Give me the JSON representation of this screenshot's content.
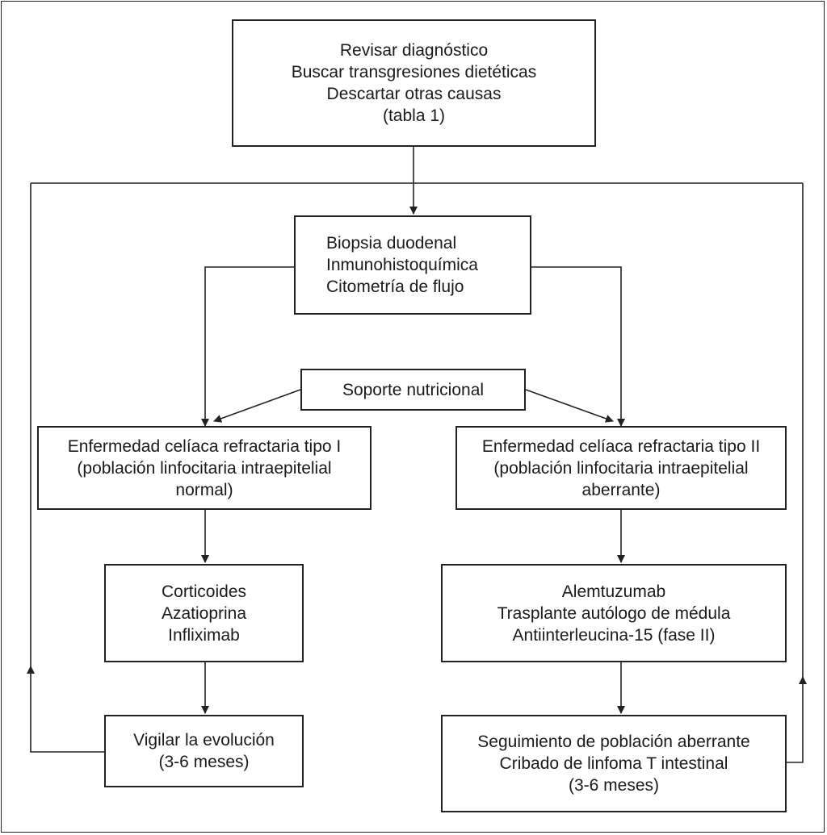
{
  "nodes": {
    "review": {
      "lines": [
        "Revisar diagnóstico",
        "Buscar transgresiones dietéticas",
        "Descartar otras causas",
        "(tabla 1)"
      ]
    },
    "biopsy": {
      "lines": [
        "Biopsia duodenal",
        "Inmunohistoquímica",
        "Citometría de flujo"
      ]
    },
    "nutrition": {
      "lines": [
        "Soporte nutricional"
      ]
    },
    "type1": {
      "lines": [
        "Enfermedad celíaca refractaria tipo I",
        "(población linfocitaria intraepitelial",
        "normal)"
      ]
    },
    "type2": {
      "lines": [
        "Enfermedad celíaca refractaria tipo II",
        "(población linfocitaria intraepitelial",
        "aberrante)"
      ]
    },
    "treat1": {
      "lines": [
        "Corticoides",
        "Azatioprina",
        "Infliximab"
      ]
    },
    "treat2": {
      "lines": [
        "Alemtuzumab",
        "Trasplante autólogo de médula",
        "Antiinterleucina-15 (fase II)"
      ]
    },
    "follow1": {
      "lines": [
        "Vigilar la evolución",
        "(3-6 meses)"
      ]
    },
    "follow2": {
      "lines": [
        "Seguimiento de población aberrante",
        "Cribado de linfoma T intestinal",
        "(3-6 meses)"
      ]
    }
  }
}
